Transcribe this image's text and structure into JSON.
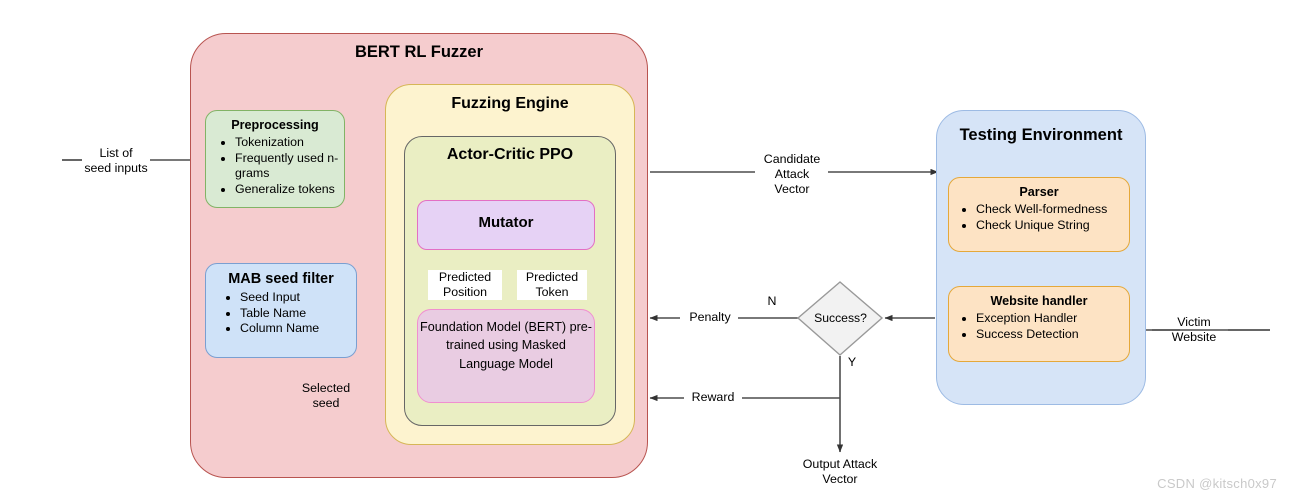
{
  "watermark": "CSDN @kitsch0x97",
  "containers": {
    "bert": {
      "title": "BERT RL Fuzzer"
    },
    "fuzzing": {
      "title": "Fuzzing Engine"
    },
    "ppo": {
      "title": "Actor-Critic\nPPO"
    },
    "testing": {
      "title": "Testing Environment"
    }
  },
  "nodes": {
    "preprocessing": {
      "title": "Preprocessing",
      "bullets": [
        "Tokenization",
        "Frequently used n-grams",
        "Generalize tokens"
      ]
    },
    "mab": {
      "title": "MAB seed filter",
      "bullets": [
        "Seed Input",
        "Table Name",
        "Column Name"
      ]
    },
    "mutator": {
      "title": "Mutator"
    },
    "foundation": {
      "text": "Foundation Model\n(BERT) pre-trained\nusing Masked\nLanguage Model"
    },
    "parser": {
      "title": "Parser",
      "bullets": [
        "Check Well-formedness",
        "Check Unique String"
      ]
    },
    "website_handler": {
      "title": "Website handler",
      "bullets": [
        "Exception Handler",
        "Success Detection"
      ]
    },
    "decision": {
      "label": "Success?"
    }
  },
  "edge_labels": {
    "seed_inputs": "List of\nseed inputs",
    "selected_seed": "Selected\nseed",
    "predicted_position": "Predicted\nPosition",
    "predicted_token": "Predicted\nToken",
    "candidate_attack_vector": "Candidate\nAttack\nVector",
    "penalty": "Penalty",
    "reward": "Reward",
    "branch_no": "N",
    "branch_yes": "Y",
    "victim_website": "Victim\nWebsite",
    "output_attack_vector": "Output Attack\nVector"
  },
  "colors": {
    "bert_fill": "#f5ccce",
    "bert_stroke": "#b85450",
    "fuzzing_fill": "#fdf3cf",
    "fuzzing_stroke": "#d6b656",
    "ppo_fill": "#eaeec3",
    "ppo_stroke": "#666666",
    "testing_fill": "#d6e4f7",
    "testing_stroke": "#9dbbe4",
    "green_fill": "#d9ead3",
    "blue_fill": "#cfe2f8",
    "purple_fill": "#e6d2f5",
    "pink_fill": "#e9cce2",
    "orange_fill": "#fde3c4",
    "edge": "#4d4d4d"
  }
}
